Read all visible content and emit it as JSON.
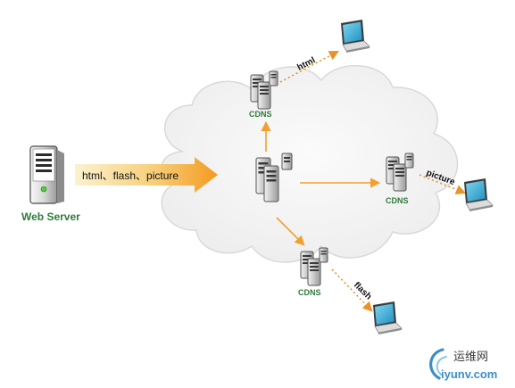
{
  "diagram": {
    "web_server": {
      "label": "Web Server"
    },
    "main_arrow": {
      "label": "html、flash、picture"
    },
    "cdn_nodes": [
      {
        "id": "top",
        "label": "CDNS",
        "link_label": "html"
      },
      {
        "id": "right",
        "label": "CDNS",
        "link_label": "picture"
      },
      {
        "id": "bottom",
        "label": "CDNS",
        "link_label": "flash"
      }
    ],
    "colors": {
      "arrow_orange": "#f0a030",
      "dotted_orange": "#e8922a",
      "cdn_green": "#2f7a3a",
      "cloud_fill": "#f4f4f4",
      "cloud_stroke": "#d9d9d9",
      "watermark_blue": "#3a8fc9"
    }
  },
  "watermark": {
    "cn": "运维网",
    "url": "iyunv.com"
  }
}
